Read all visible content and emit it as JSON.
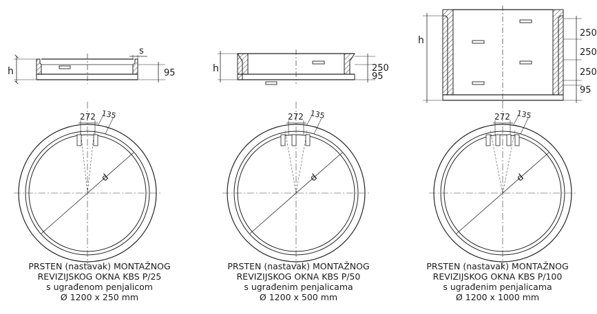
{
  "panels": [
    {
      "section": {
        "dim_h": "h",
        "dim_s": "s",
        "dims_right": [
          "95"
        ]
      },
      "plan": {
        "dim_272": "272",
        "dim_135": "135",
        "dim_d": "d"
      },
      "caption": {
        "line1": "PRSTEN (nastavak) MONTAŽNOG",
        "line2": "REVIZIJSKOG OKNA KBS P/25",
        "line3": "s ugrađenom penjalicom",
        "line4": "Ø 1200 x 250 mm"
      }
    },
    {
      "section": {
        "dim_h": "h",
        "dims_right": [
          "250",
          "95"
        ]
      },
      "plan": {
        "dim_272": "272",
        "dim_135": "135",
        "dim_d": "d"
      },
      "caption": {
        "line1": "PRSTEN (nastavak) MONTAŽNOG",
        "line2": "REVIZIJSKOG OKNA KBS P/50",
        "line3": "s ugrađenim penjalicama",
        "line4": "Ø 1200 x 500 mm"
      }
    },
    {
      "section": {
        "dim_h": "h",
        "dims_right": [
          "250",
          "250",
          "250",
          "95"
        ]
      },
      "plan": {
        "dim_272": "272",
        "dim_135": "135",
        "dim_d": "d"
      },
      "caption": {
        "line1": "PRSTEN (nastavak) MONTAŽNOG",
        "line2": "REVIZIJSKOG OKNA KBS P/100",
        "line3": "s ugrađenim penjalicama",
        "line4": "Ø 1200 x 1000 mm"
      }
    }
  ]
}
